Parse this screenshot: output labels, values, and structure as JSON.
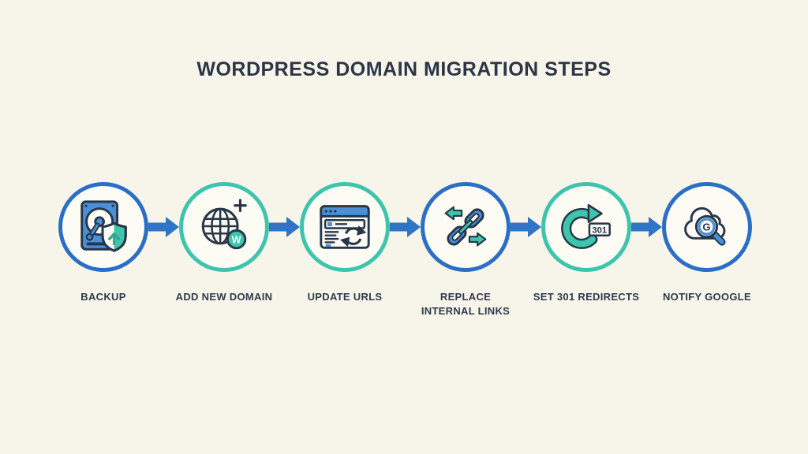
{
  "title": "WORDPRESS DOMAIN MIGRATION STEPS",
  "colors": {
    "background": "#F7F5EA",
    "circle_fill": "#FCFBF4",
    "ring_blue": "#2B6EC6",
    "ring_teal": "#3EC4AD",
    "arrow_blue": "#2F74C7",
    "icon_blue": "#4A90D9",
    "icon_teal": "#3EC6AD",
    "outline_dark": "#283649",
    "text_dark": "#2C3545"
  },
  "steps": [
    {
      "label": "BACKUP",
      "ring": "blue",
      "icon": "hard-drive-backup-shield-icon"
    },
    {
      "label": "ADD NEW DOMAIN",
      "ring": "teal",
      "icon": "globe-add-domain-icon",
      "badge_letter": "W"
    },
    {
      "label": "UPDATE URLS",
      "ring": "teal",
      "icon": "browser-refresh-icon"
    },
    {
      "label": "REPLACE INTERNAL LINKS",
      "ring": "blue",
      "icon": "chain-links-swap-icon"
    },
    {
      "label": "SET 301 REDIRECTS",
      "ring": "teal",
      "icon": "redirect-loop-icon",
      "badge_text": "301"
    },
    {
      "label": "NOTIFY GOOGLE",
      "ring": "blue",
      "icon": "cloud-search-google-icon",
      "badge_letter": "G"
    }
  ],
  "connector": {
    "icon": "arrow-right-icon",
    "count": 5
  }
}
